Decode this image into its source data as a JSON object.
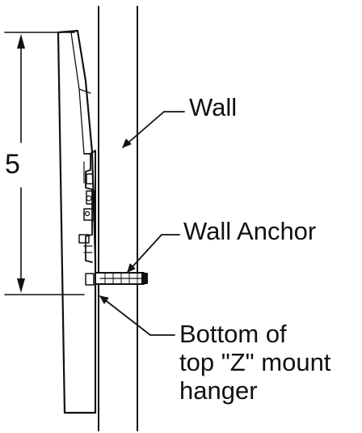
{
  "labels": {
    "dimension": "5",
    "wall": "Wall",
    "wall_anchor": "Wall Anchor",
    "bottom_lines": [
      "Bottom of",
      "top \"Z\" mount",
      "hanger"
    ]
  },
  "colors": {
    "ink": "#111111",
    "background": "#ffffff"
  }
}
